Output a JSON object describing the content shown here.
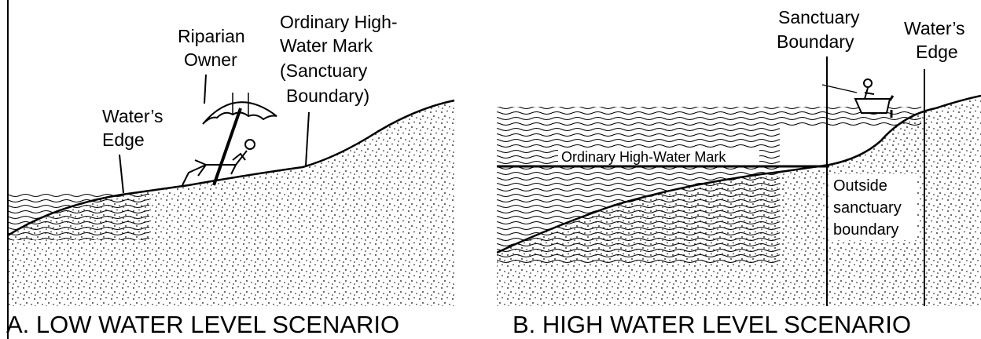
{
  "panel_a": {
    "caption": "A. LOW WATER LEVEL SCENARIO",
    "labels": {
      "waters_edge": [
        "Water’s",
        "Edge"
      ],
      "riparian_owner": [
        "Riparian",
        "Owner"
      ],
      "ohwm": [
        "Ordinary High-",
        "Water Mark",
        "(Sanctuary",
        "Boundary)"
      ]
    }
  },
  "panel_b": {
    "caption": "B. HIGH WATER LEVEL SCENARIO",
    "labels": {
      "sanctuary_boundary": [
        "Sanctuary",
        "Boundary"
      ],
      "waters_edge": [
        "Water’s",
        "Edge"
      ],
      "ohwm_line": "Ordinary High-Water Mark",
      "outside": [
        "Outside",
        "sanctuary",
        "boundary"
      ]
    }
  }
}
